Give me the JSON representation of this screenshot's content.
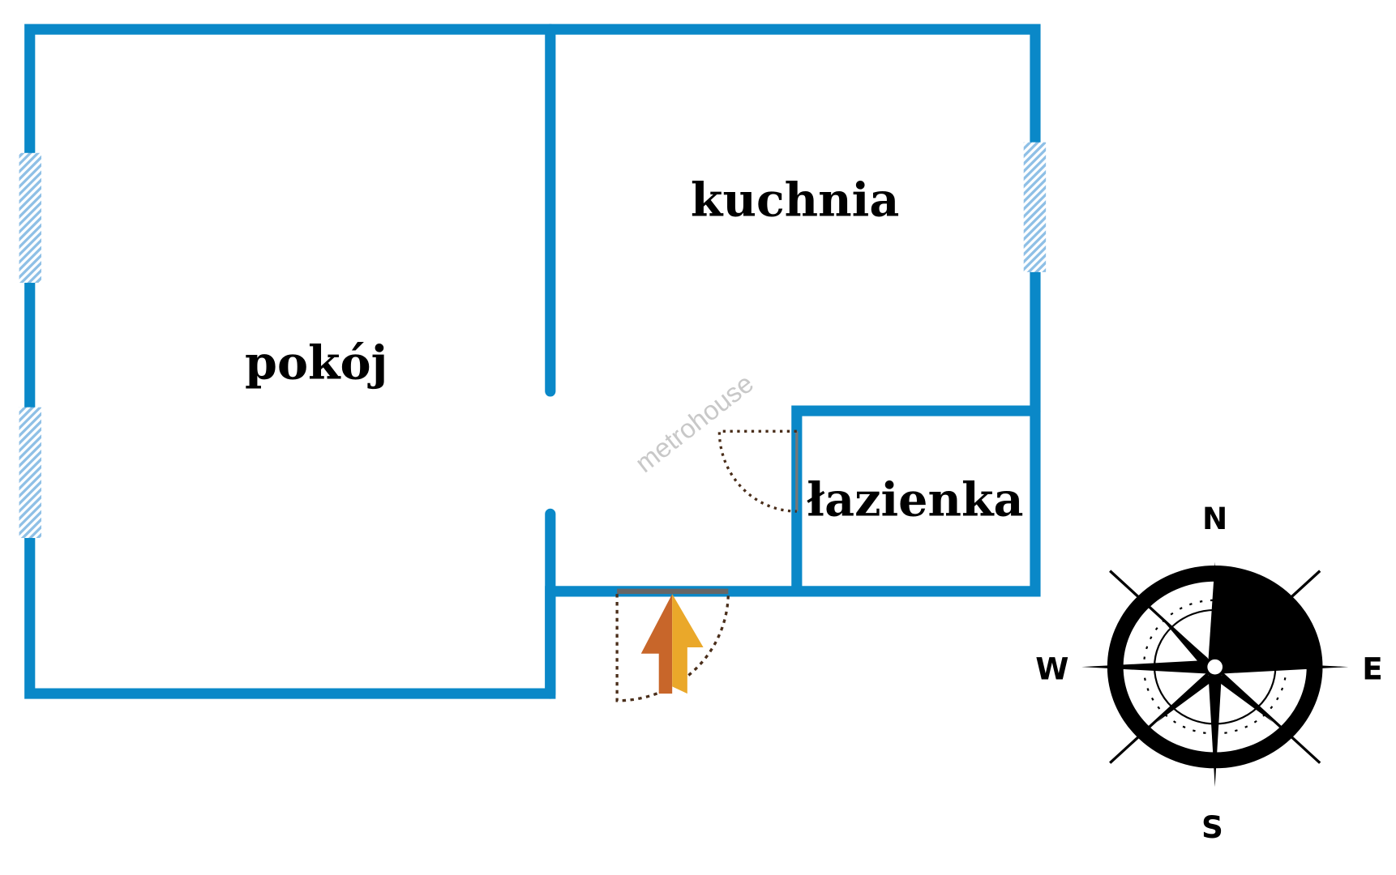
{
  "rooms": {
    "living_room": "pokój",
    "kitchen": "kuchnia",
    "bathroom": "łazienka"
  },
  "watermark": "metrohouse",
  "compass": {
    "north": "N",
    "south": "S",
    "west": "W",
    "east": "E"
  },
  "colors": {
    "wall": "#0a88c8",
    "window": "#9fc9ea",
    "arrow_dark": "#c8662a",
    "arrow_light": "#eaa82a"
  }
}
